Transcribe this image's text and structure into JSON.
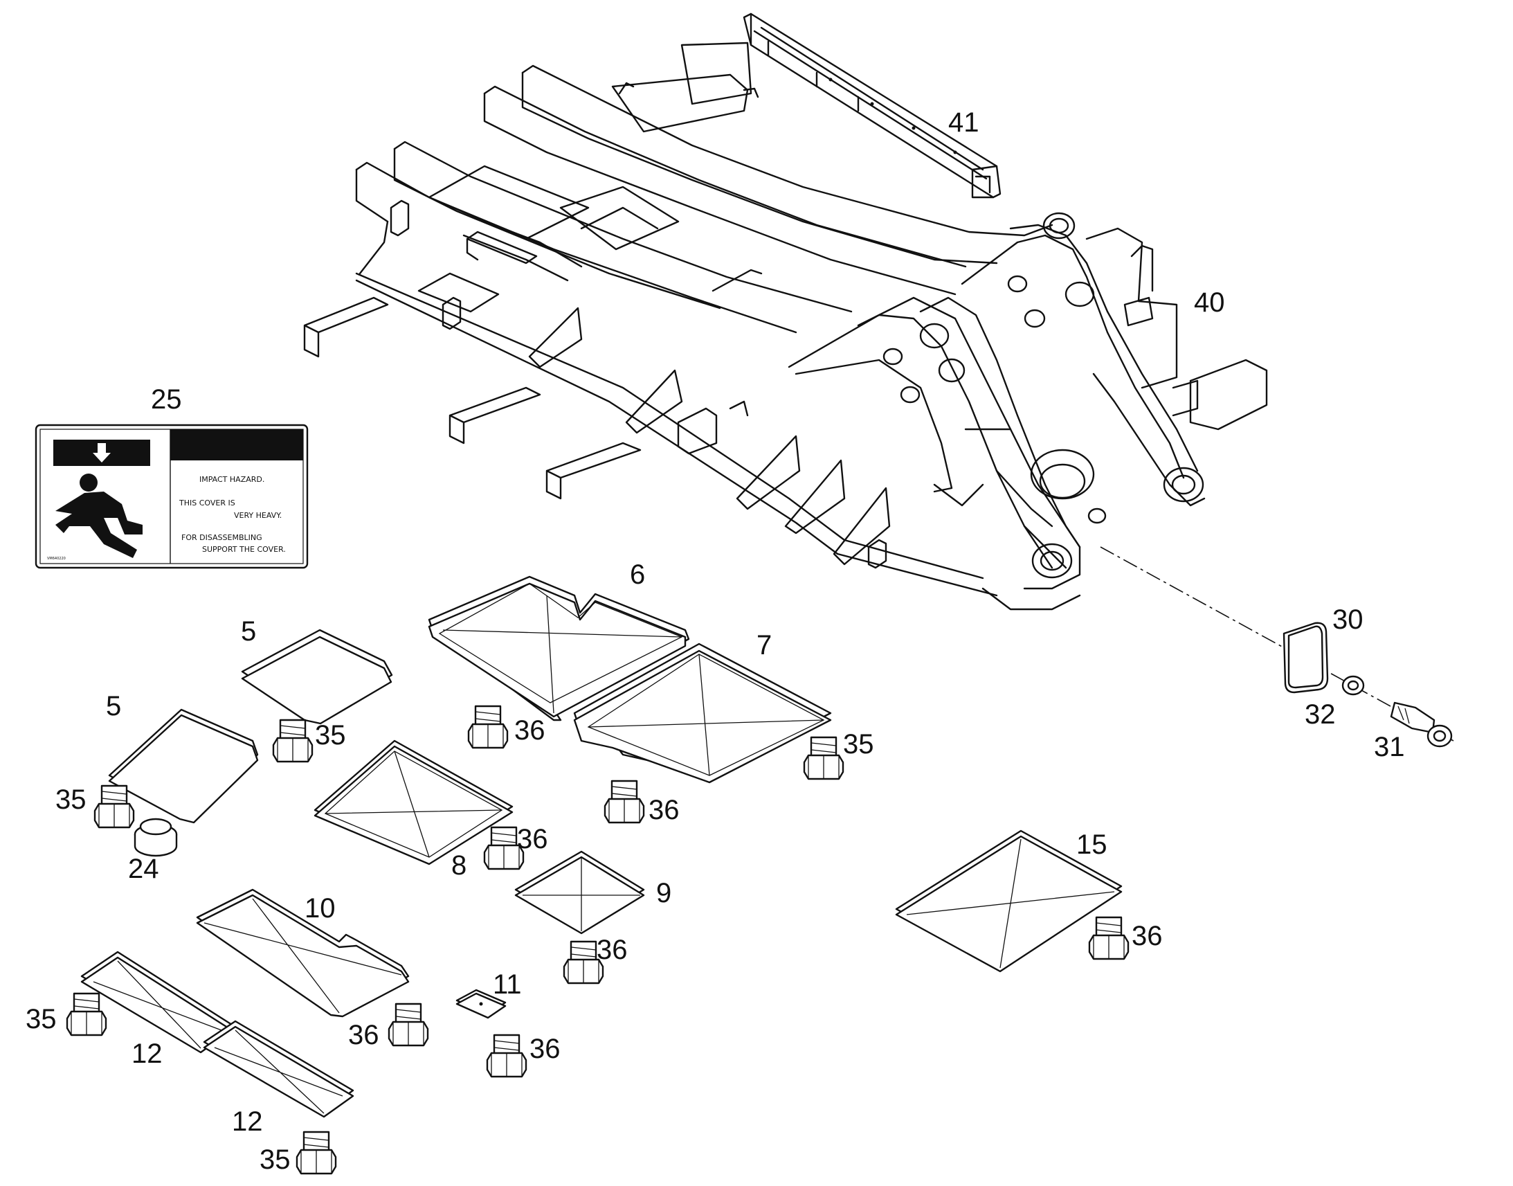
{
  "callouts": {
    "frame": "40",
    "rail": "41",
    "decal": "25",
    "plug": "24",
    "cover_5a": "5",
    "cover_5b": "5",
    "cover_6": "6",
    "cover_7": "7",
    "cover_8": "8",
    "cover_9": "9",
    "cover_10": "10",
    "cover_11": "11",
    "cover_12a": "12",
    "cover_12b": "12",
    "cover_15": "15",
    "cap_30": "30",
    "bolt_31": "31",
    "washer_32": "32",
    "bolts": [
      "35",
      "35",
      "35",
      "35",
      "35",
      "36",
      "36",
      "36",
      "36",
      "36",
      "36",
      "36"
    ]
  },
  "decal": {
    "line1": "IMPACT HAZARD.",
    "line2a": "THIS COVER IS",
    "line2b": "VERY HEAVY.",
    "line3a": "FOR DISASSEMBLING",
    "line3b": "SUPPORT THE COVER.",
    "code": "VM640220",
    "arrow_icon": "down-arrow-icon",
    "pictogram_icon": "falling-person-icon"
  }
}
